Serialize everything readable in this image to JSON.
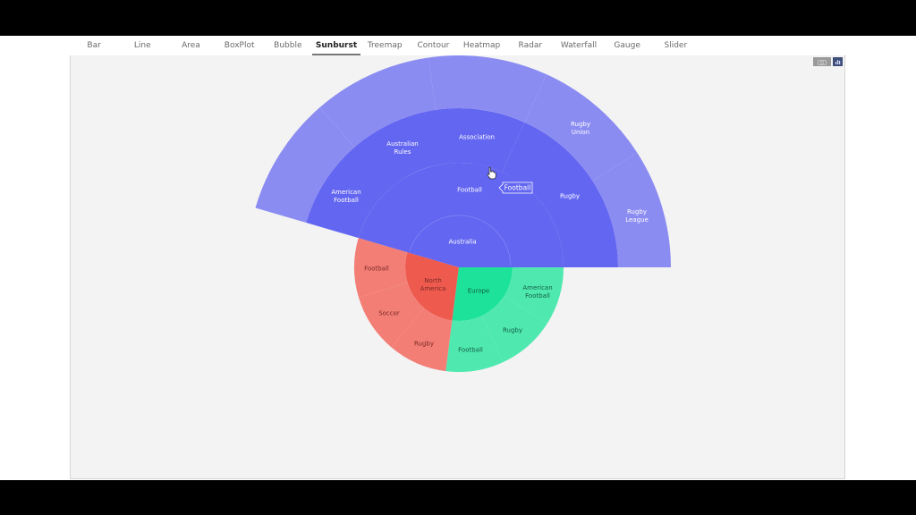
{
  "tabs": [
    {
      "label": "Bar",
      "active": false
    },
    {
      "label": "Line",
      "active": false
    },
    {
      "label": "Area",
      "active": false
    },
    {
      "label": "BoxPlot",
      "active": false
    },
    {
      "label": "Bubble",
      "active": false
    },
    {
      "label": "Sunburst",
      "active": true
    },
    {
      "label": "Treemap",
      "active": false
    },
    {
      "label": "Contour",
      "active": false
    },
    {
      "label": "Heatmap",
      "active": false
    },
    {
      "label": "Radar",
      "active": false
    },
    {
      "label": "Waterfall",
      "active": false
    },
    {
      "label": "Gauge",
      "active": false
    },
    {
      "label": "Slider",
      "active": false
    }
  ],
  "toolbar": {
    "camera_icon": "camera-icon",
    "logo_icon": "chart-logo-icon"
  },
  "tooltip": {
    "text": "Football",
    "hovered_segment": "Australia / Football"
  },
  "colors": {
    "australia": "#6366f1",
    "north_america": "#ef5a4f",
    "europe": "#1de39a",
    "text_dark_red": "#7a2a24",
    "text_dark_green": "#135c44",
    "text_light": "#ffffff"
  },
  "chart_data": {
    "type": "sunburst",
    "title": "",
    "hovered": "Australia/Football",
    "children": [
      {
        "name": "Australia",
        "color": "#6366f1",
        "label_color": "#ffffff",
        "children": [
          {
            "name": "Football",
            "children": [
              {
                "name": "Association",
                "value": 1
              },
              {
                "name": "Australian Rules",
                "value": 1
              },
              {
                "name": "American Football",
                "value": 1
              }
            ]
          },
          {
            "name": "Rugby",
            "children": [
              {
                "name": "Rugby League",
                "value": 1
              },
              {
                "name": "Rugby Union",
                "value": 1
              }
            ]
          }
        ]
      },
      {
        "name": "North America",
        "color": "#ef5a4f",
        "label_color": "#7a2a24",
        "children": [
          {
            "name": "Football",
            "value": 1
          },
          {
            "name": "Soccer",
            "value": 1
          },
          {
            "name": "Rugby",
            "value": 1
          }
        ]
      },
      {
        "name": "Europe",
        "color": "#1de39a",
        "label_color": "#135c44",
        "children": [
          {
            "name": "Football",
            "value": 1
          },
          {
            "name": "Rugby",
            "value": 1
          },
          {
            "name": "American Football",
            "value": 1
          }
        ]
      }
    ],
    "layout": {
      "center": [
        434,
        237
      ],
      "australia_span_deg": [
        0,
        163.7
      ],
      "north_america_span_deg": [
        163.7,
        262.8
      ],
      "europe_span_deg": [
        262.8,
        360
      ],
      "australia_football_span_deg": [
        65.6,
        163.7
      ],
      "australia_rugby_span_deg": [
        0,
        65.6
      ],
      "normal_radii": [
        60,
        117
      ],
      "expanded_radii": [
        58,
        117,
        178,
        237
      ]
    }
  }
}
